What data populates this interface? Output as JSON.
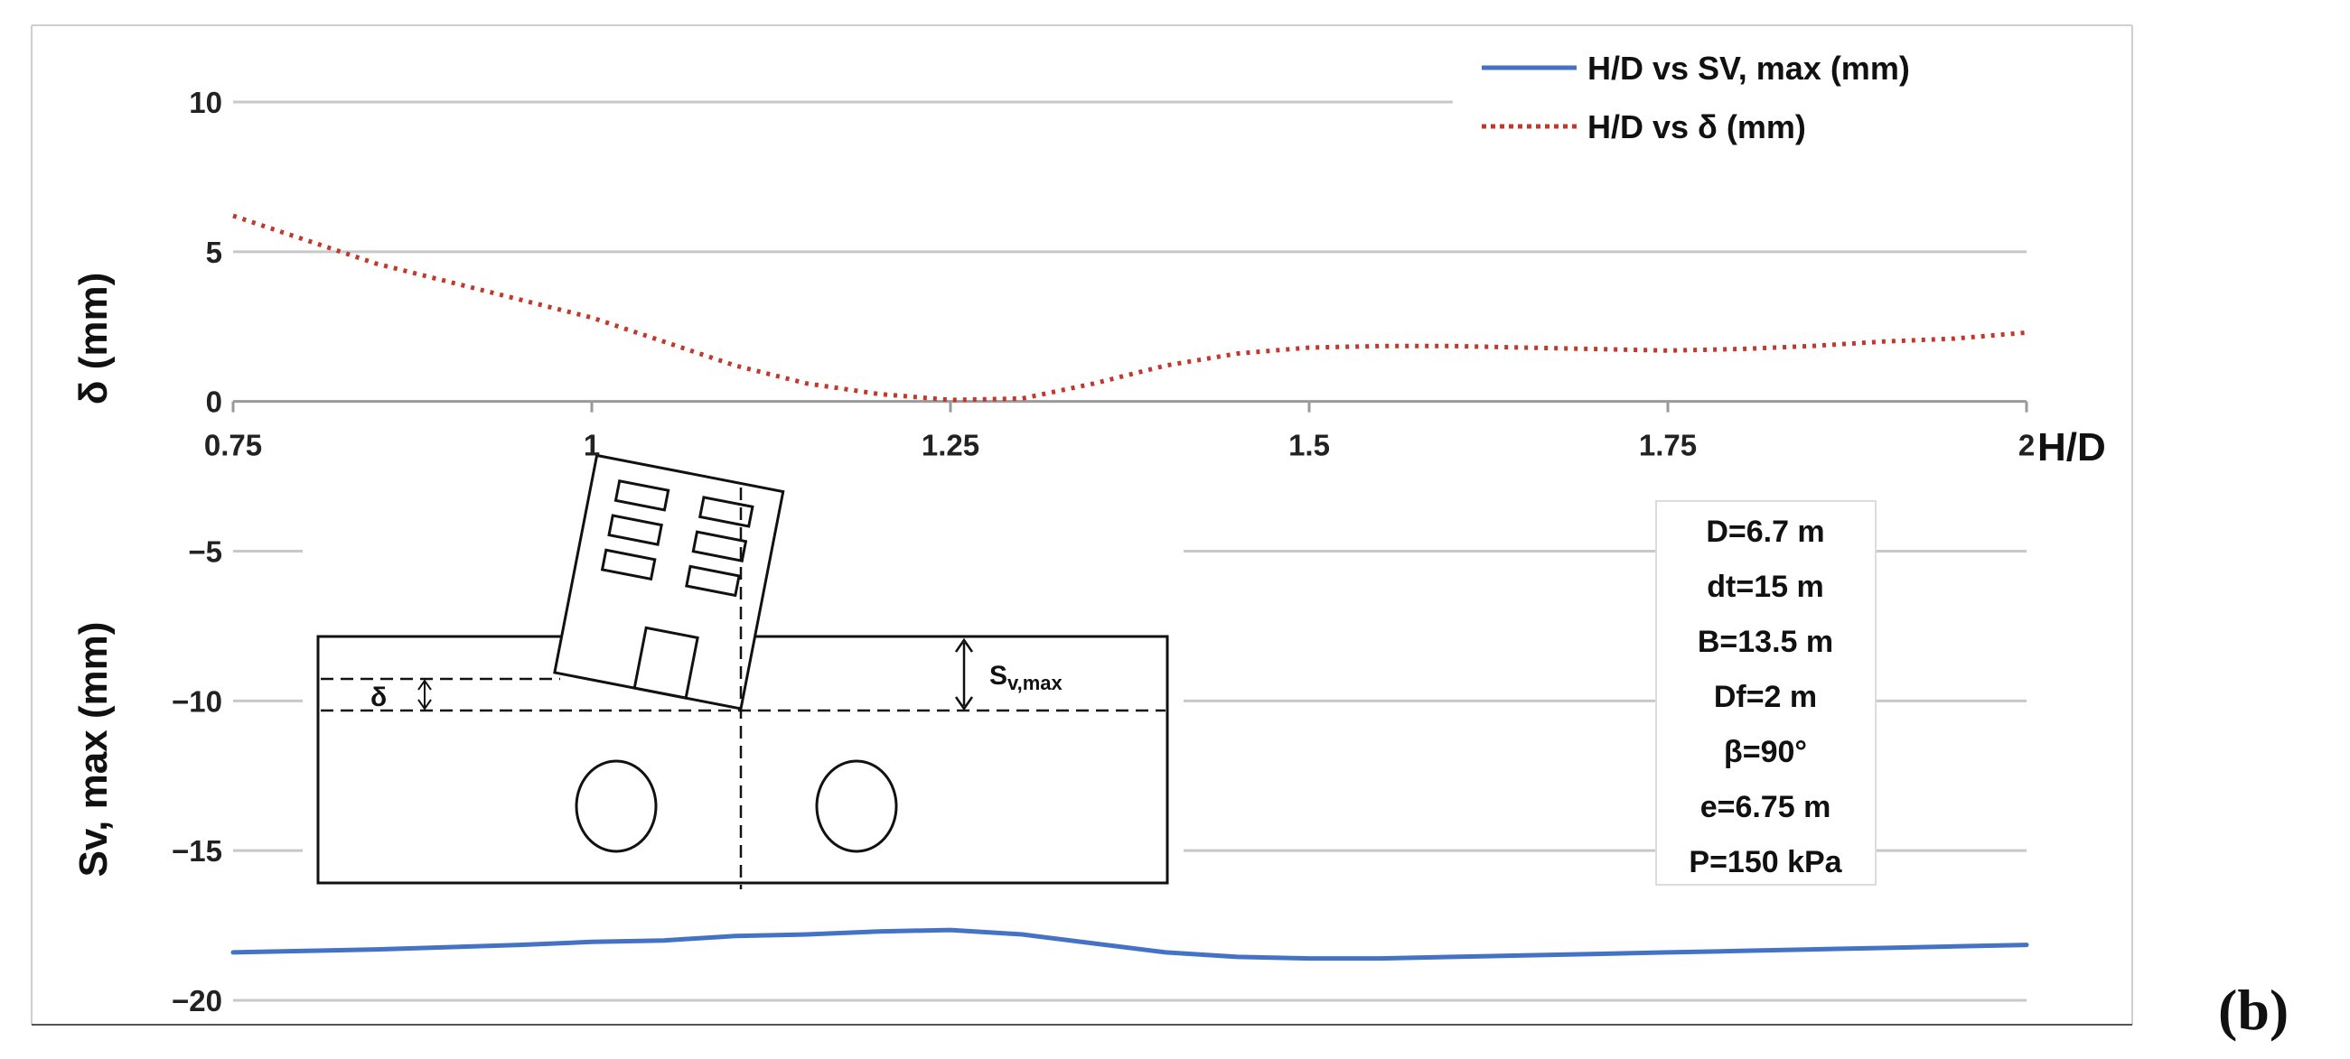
{
  "panel_label": "(b)",
  "axes": {
    "delta_ylabel": "δ (mm)",
    "sv_ylabel": "Sv, max (mm)",
    "x_title": "H/D"
  },
  "chart_data": {
    "type": "line",
    "x_axis": {
      "label": "H/D",
      "range": [
        0.75,
        2
      ],
      "ticks": [
        "0.75",
        "1",
        "1.25",
        "1.5",
        "1.75",
        "2"
      ],
      "crossing_y": 0
    },
    "y_axis": {
      "range": [
        -20,
        10
      ],
      "ticks": [
        "10",
        "5",
        "0",
        "−5",
        "−10",
        "−15",
        "−20"
      ],
      "tick_values": [
        10,
        5,
        0,
        -5,
        -10,
        -15,
        -20
      ]
    },
    "grid": true,
    "legend": {
      "placement": "top-right"
    },
    "series": [
      {
        "name": "H/D vs SV, max (mm)",
        "color": "#4472c4",
        "style": "solid",
        "x": [
          0.75,
          0.85,
          0.95,
          1.0,
          1.05,
          1.1,
          1.15,
          1.2,
          1.25,
          1.3,
          1.35,
          1.4,
          1.45,
          1.5,
          1.55,
          1.6,
          1.65,
          1.7,
          1.75,
          1.8,
          1.85,
          1.9,
          1.95,
          2.0
        ],
        "y": [
          -18.4,
          -18.3,
          -18.15,
          -18.05,
          -18.0,
          -17.85,
          -17.8,
          -17.7,
          -17.65,
          -17.8,
          -18.1,
          -18.4,
          -18.55,
          -18.6,
          -18.6,
          -18.55,
          -18.5,
          -18.45,
          -18.4,
          -18.35,
          -18.3,
          -18.25,
          -18.2,
          -18.15
        ]
      },
      {
        "name": "H/D vs δ (mm)",
        "color": "#c0392b",
        "style": "dotted",
        "x": [
          0.75,
          0.85,
          0.95,
          1.0,
          1.05,
          1.1,
          1.15,
          1.2,
          1.25,
          1.3,
          1.35,
          1.4,
          1.45,
          1.5,
          1.55,
          1.6,
          1.65,
          1.7,
          1.75,
          1.8,
          1.85,
          1.9,
          1.95,
          2.0
        ],
        "y": [
          6.2,
          4.6,
          3.4,
          2.8,
          2.0,
          1.2,
          0.6,
          0.25,
          0.05,
          0.1,
          0.6,
          1.2,
          1.6,
          1.8,
          1.85,
          1.85,
          1.8,
          1.75,
          1.7,
          1.75,
          1.85,
          2.0,
          2.1,
          2.3
        ]
      }
    ]
  },
  "info_box": {
    "lines": [
      "D=6.7 m",
      "dt=15 m",
      "B=13.5 m",
      "Df=2 m",
      "β=90°",
      "e=6.75 m",
      "P=150 kPa"
    ]
  },
  "sketch": {
    "delta_label": "δ",
    "sv_label_main": "S",
    "sv_label_sub": "v,max"
  }
}
